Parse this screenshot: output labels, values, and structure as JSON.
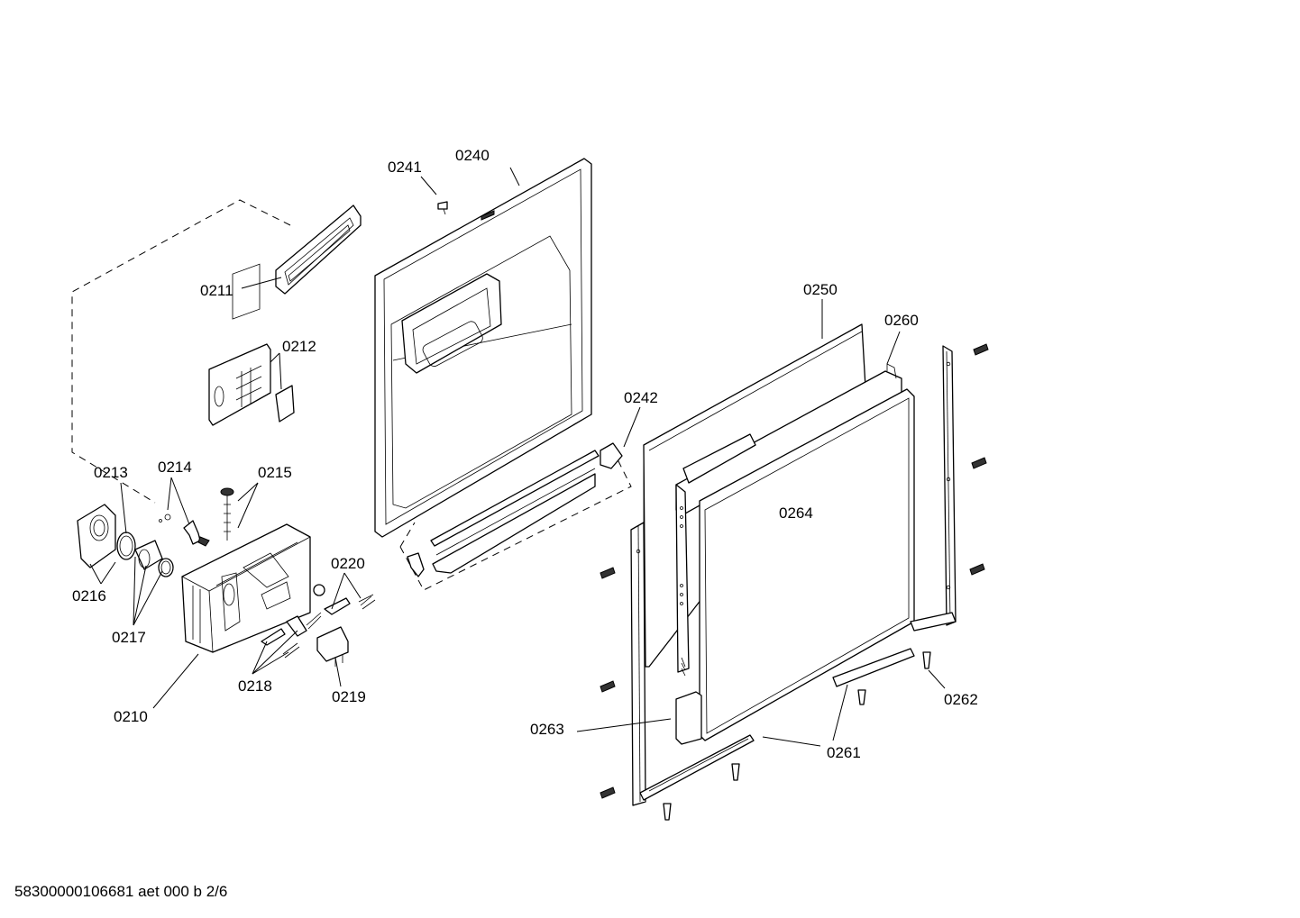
{
  "labels": {
    "p0210": "0210",
    "p0211": "0211",
    "p0212": "0212",
    "p0213": "0213",
    "p0214": "0214",
    "p0215": "0215",
    "p0216": "0216",
    "p0217": "0217",
    "p0218": "0218",
    "p0219": "0219",
    "p0220": "0220",
    "p0240": "0240",
    "p0241": "0241",
    "p0242": "0242",
    "p0250": "0250",
    "p0260": "0260",
    "p0261": "0261",
    "p0262": "0262",
    "p0263": "0263",
    "p0264": "0264"
  },
  "footer": "58300000106681 aet 000 b 2/6"
}
